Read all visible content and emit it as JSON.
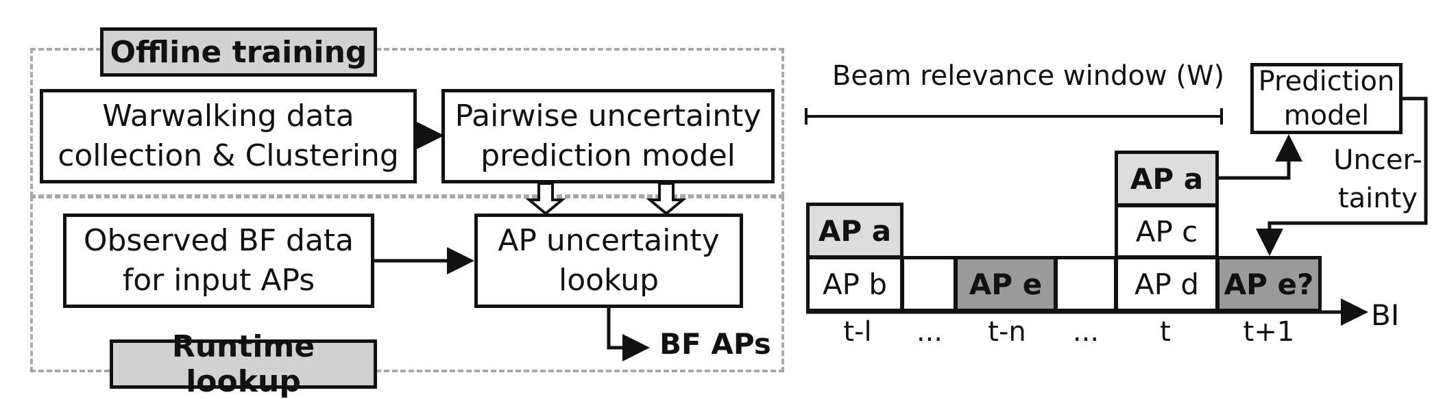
{
  "left_panel": {
    "offline_label": "Offline training",
    "runtime_label": "Runtime lookup",
    "warwalking": "Warwalking data\ncollection & Clustering",
    "pairwise": "Pairwise uncertainty\nprediction model",
    "observed": "Observed BF data\nfor input APs",
    "lookup": "AP uncertainty\nlookup",
    "output": "BF APs"
  },
  "right_panel": {
    "window_label": "Beam relevance window (W)",
    "prediction": "Prediction\nmodel",
    "uncertainty": "Uncer-\ntainty",
    "axis_label": "BI",
    "slots": {
      "t_l_top": "AP a",
      "t_l_bottom": "AP b",
      "t_n": "AP e",
      "t_top": "AP a",
      "t_mid": "AP c",
      "t_bottom": "AP d",
      "t_plus_1": "AP e?"
    },
    "ticks": [
      "t-l",
      "...",
      "t-n",
      "...",
      "t",
      "t+1"
    ]
  },
  "colors": {
    "header_fill": "#d2d2d2",
    "light_fill": "#dcdcdc",
    "dark_fill": "#9a9a9a",
    "dashed_border": "#a8a8a8"
  }
}
